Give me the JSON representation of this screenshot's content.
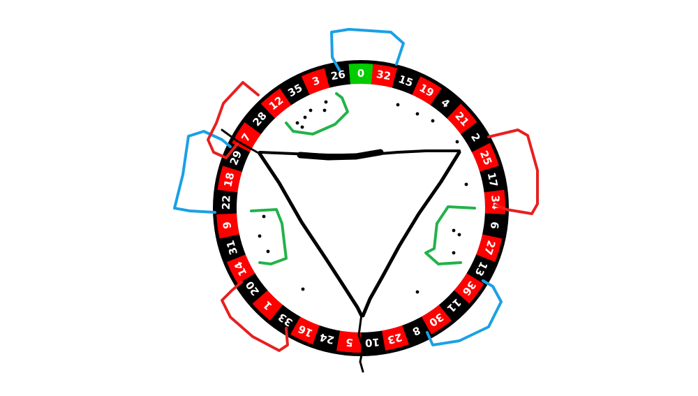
{
  "wheel": {
    "pockets": [
      "0",
      "32",
      "15",
      "19",
      "4",
      "21",
      "2",
      "25",
      "17",
      "34",
      "6",
      "27",
      "13",
      "36",
      "11",
      "30",
      "8",
      "23",
      "10",
      "5",
      "24",
      "16",
      "33",
      "1",
      "20",
      "14",
      "31",
      "9",
      "22",
      "18",
      "29",
      "7",
      "28",
      "12",
      "35",
      "3",
      "26"
    ],
    "colors": {
      "red": "#ff0000",
      "black": "#000000",
      "green": "#00cc00",
      "number_text": "#ffffff"
    },
    "sectors_overlay": {
      "blue": "#1aa0e6",
      "red": "#e62020",
      "green": "#22b24a",
      "triangle": "#000000"
    }
  }
}
